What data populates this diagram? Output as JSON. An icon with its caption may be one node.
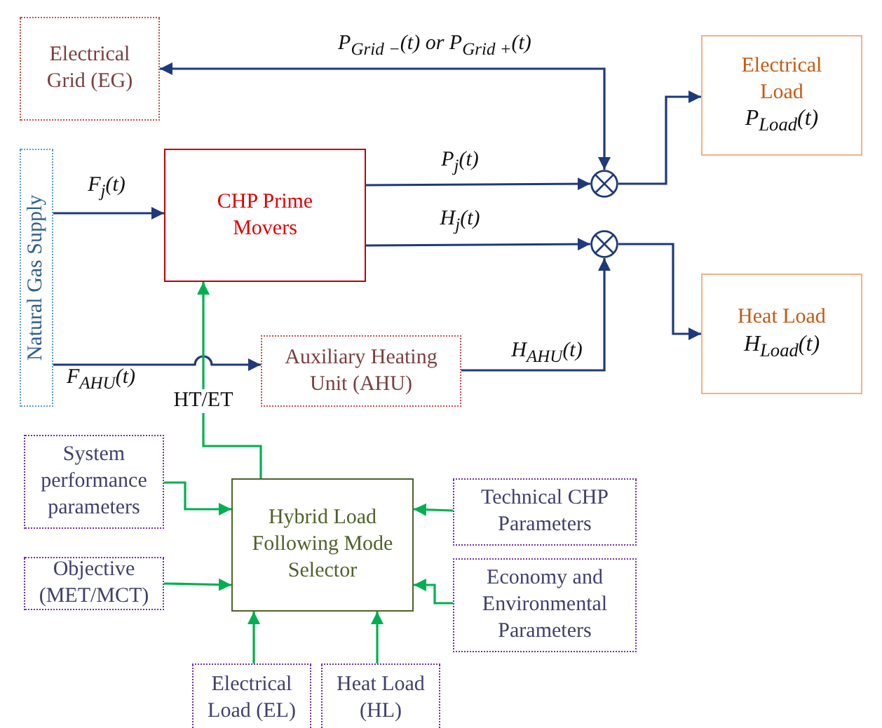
{
  "diagram": {
    "nodes": [
      {
        "text": [
          "Electrical Grid (EG)"
        ]
      },
      {
        "text": [
          "Natural Gas Supply"
        ]
      },
      {
        "text": [
          "CHP Prime Movers"
        ]
      },
      {
        "text": [
          "Electrical Load",
          "P$_{Load}$(t)"
        ]
      },
      {
        "text": [
          "Heat Load",
          "H$_{Load}$(t)"
        ]
      },
      {
        "text": [
          "Auxiliary Heating Unit (AHU)"
        ]
      },
      {
        "text": [],
        "shape": "circle"
      },
      {
        "text": [],
        "shape": "circle"
      },
      {
        "text": [
          "Hybrid Load Following Mode Selector"
        ]
      },
      {
        "text": [
          "System performance parameters"
        ]
      },
      {
        "text": [
          "Technical CHP Parameters"
        ]
      },
      {
        "text": [
          "Objective (MET/MCT)"
        ]
      },
      {
        "text": [
          "Economy and Environmental Parameters"
        ]
      },
      {
        "text": [
          "Electrical Load (EL)"
        ]
      },
      {
        "text": [
          "Heat Load (HL)"
        ]
      }
    ],
    "edges": [
      {
        "from": 0,
        "to": 6,
        "arrow": "both",
        "label": "P$_{Grid −}$(t) or P$_{Grid +}$(t)"
      },
      {
        "from": 1,
        "to": 2,
        "arrow": "to",
        "label": "F$_{j}$(t)"
      },
      {
        "from": 2,
        "to": 6,
        "arrow": "to",
        "label": "P$_{j}$(t)"
      },
      {
        "from": 2,
        "to": 7,
        "arrow": "to",
        "label": "H$_{j}$(t)"
      },
      {
        "from": 6,
        "to": 3,
        "arrow": "to"
      },
      {
        "from": 7,
        "to": 4,
        "arrow": "to"
      },
      {
        "from": 1,
        "to": 5,
        "arrow": "to",
        "label": "F$_{AHU}$(t)"
      },
      {
        "from": 5,
        "to": 7,
        "arrow": "to",
        "label": "H$_{AHU}$(t)"
      },
      {
        "from": 8,
        "to": 2,
        "arrow": "to",
        "label": "HT/ET",
        "color": "#00b050"
      },
      {
        "from": 9,
        "to": 8,
        "arrow": "to",
        "color": "#00b050"
      },
      {
        "from": 10,
        "to": 8,
        "arrow": "to",
        "color": "#00b050"
      },
      {
        "from": 11,
        "to": 8,
        "arrow": "to",
        "color": "#00b050"
      },
      {
        "from": 12,
        "to": 8,
        "arrow": "to",
        "color": "#00b050"
      },
      {
        "from": 13,
        "to": 8,
        "arrow": "to",
        "color": "#00b050"
      },
      {
        "from": 14,
        "to": 8,
        "arrow": "to",
        "color": "#00b050"
      }
    ]
  }
}
